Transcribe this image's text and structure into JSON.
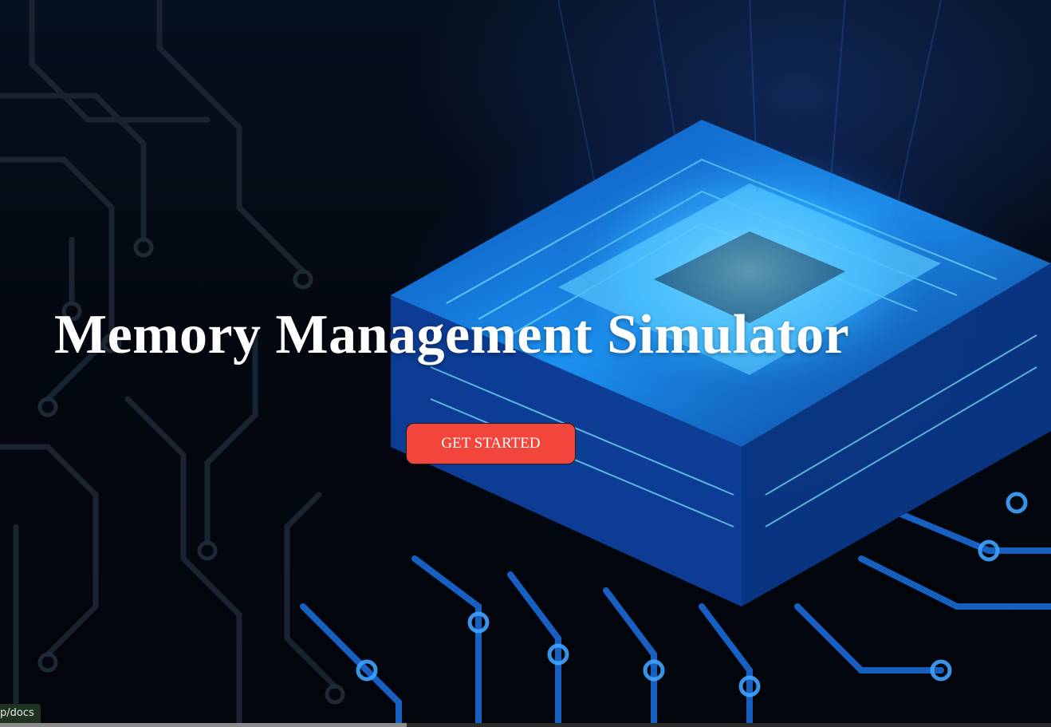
{
  "hero": {
    "title": "Memory Management Simulator",
    "cta_label": "GET STARTED"
  },
  "status_bar": {
    "link_preview": "p/docs"
  },
  "colors": {
    "cta_background": "#f2453b",
    "title_text": "#ffffff",
    "circuit_glow": "#39b6ff"
  },
  "icons": {
    "background": "circuit-chip-image"
  }
}
